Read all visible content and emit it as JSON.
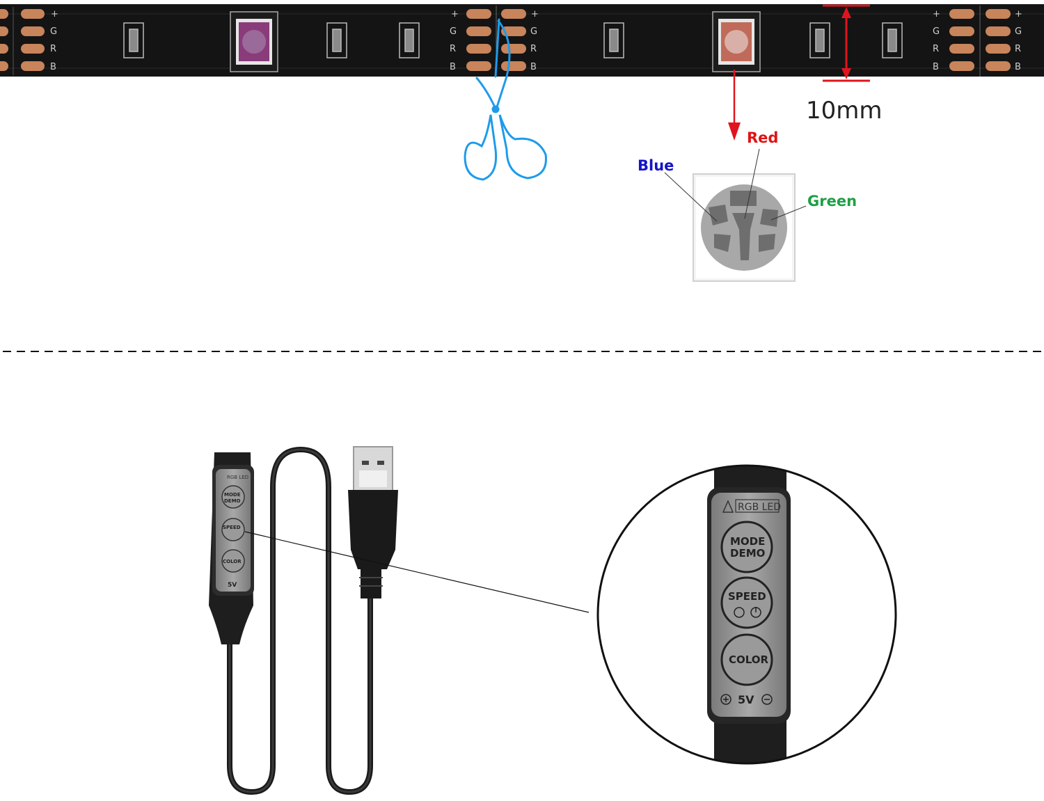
{
  "strip": {
    "pin_labels": [
      "+",
      "G",
      "R",
      "B"
    ],
    "width_label": "10mm"
  },
  "led_pinout": {
    "red_label": "Red",
    "blue_label": "Blue",
    "green_label": "Green"
  },
  "controller": {
    "brand_label": "RGB LED",
    "mode_top": "MODE",
    "mode_bottom": "DEMO",
    "speed_label": "SPEED",
    "color_label": "COLOR",
    "voltage_label": "5V"
  },
  "colors": {
    "strip_body": "#141414",
    "pad_copper": "#c8845a",
    "accent_red": "#e0141e",
    "scissors_blue": "#1e9bea",
    "blue_text": "#1414c8",
    "red_text": "#e01414",
    "green_text": "#1ea046",
    "controller_face": "#9a9a9a",
    "cable_black": "#1a1a1a"
  },
  "icons": [
    "scissors-icon",
    "plus-circle-icon",
    "minus-circle-icon",
    "power-icon",
    "warning-icon"
  ]
}
